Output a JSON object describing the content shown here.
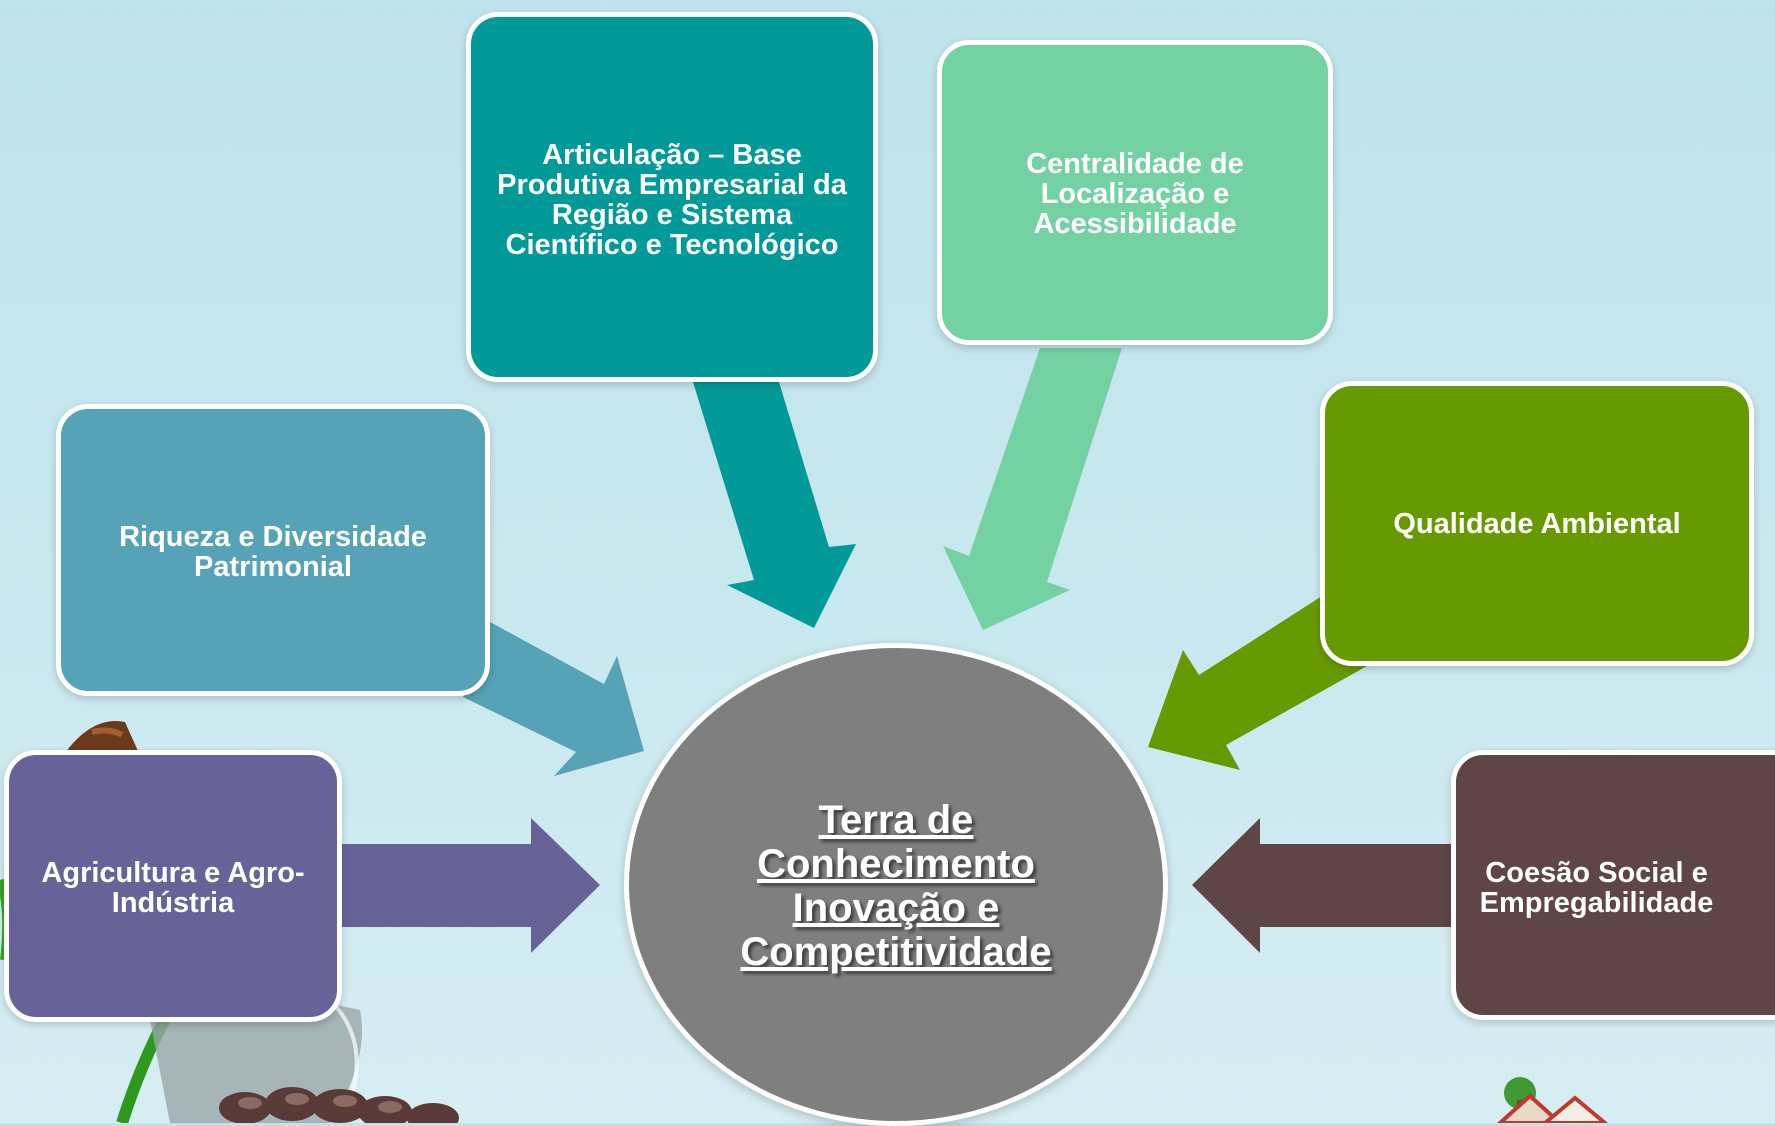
{
  "center": {
    "label": "Terra de Conhecimento Inovação e Competitividade",
    "color": "#7f7f7f"
  },
  "boxes": {
    "articulacao": {
      "label": "Articulação – Base Produtiva Empresarial da Região e Sistema Científico e Tecnológico",
      "color": "#029a98"
    },
    "centralidade": {
      "label": "Centralidade de Localização e Acessibilidade",
      "color": "#73d1a2"
    },
    "riqueza": {
      "label": "Riqueza e Diversidade Patrimonial",
      "color": "#56a2b7"
    },
    "qualidade": {
      "label": "Qualidade Ambiental",
      "color": "#679a00"
    },
    "agricultura": {
      "label": "Agricultura e Agro-Indústria",
      "color": "#676399"
    },
    "coesao": {
      "label": "Coesão Social e Empregabilidade",
      "color": "#5f4545"
    }
  }
}
